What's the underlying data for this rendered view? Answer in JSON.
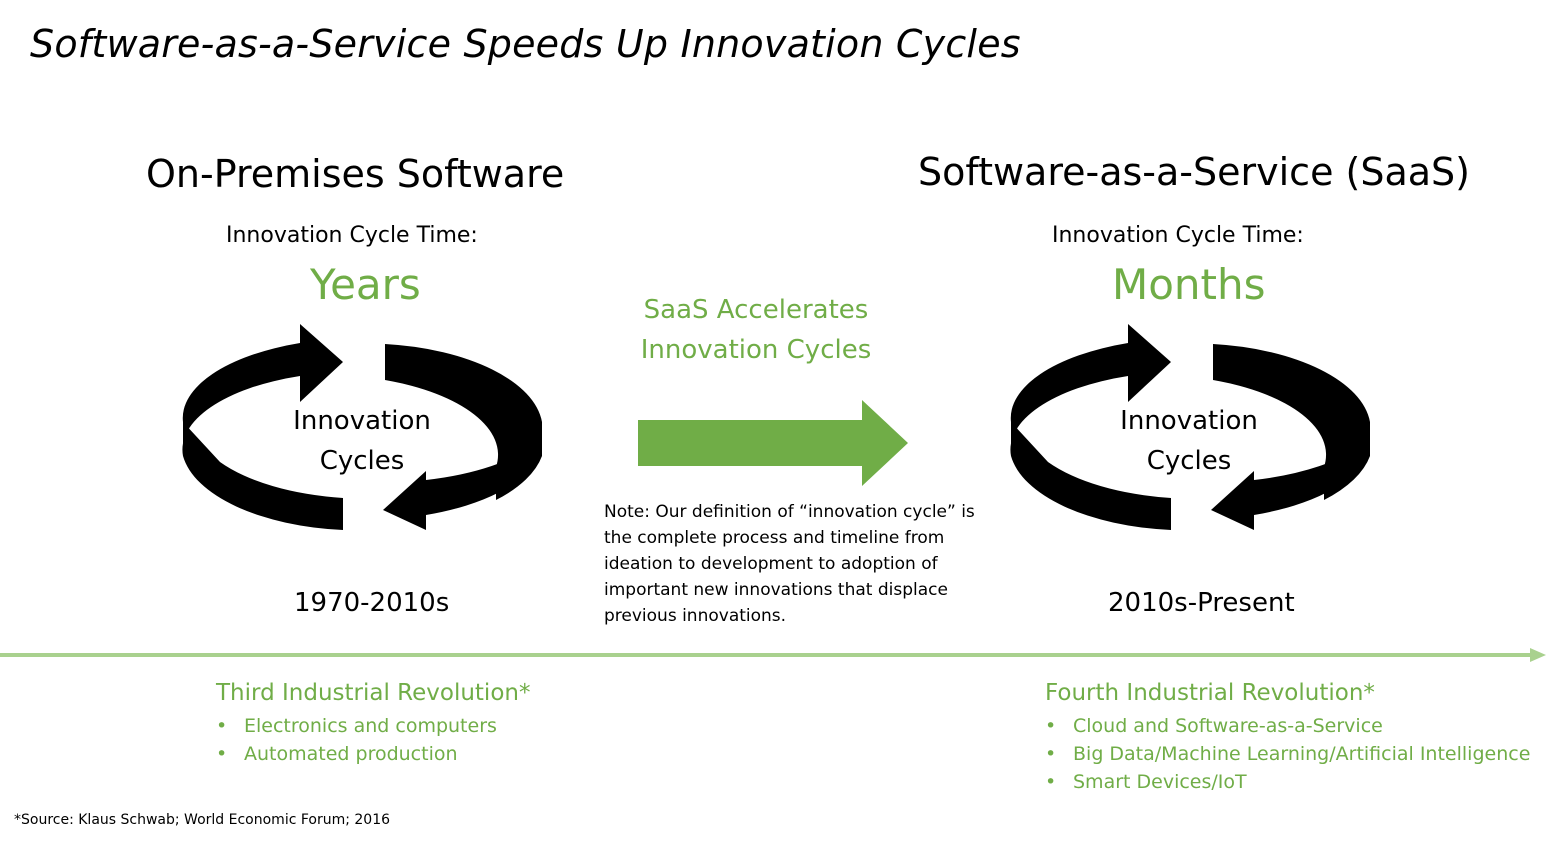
{
  "title": "Software-as-a-Service Speeds Up Innovation Cycles",
  "left": {
    "heading": "On-Premises Software",
    "cycle_time_label": "Innovation Cycle Time:",
    "cycle_time_value": "Years",
    "cycle_label_line1": "Innovation",
    "cycle_label_line2": "Cycles",
    "period": "1970-2010s"
  },
  "right": {
    "heading": "Software-as-a-Service (SaaS)",
    "cycle_time_label": "Innovation Cycle Time:",
    "cycle_time_value": "Months",
    "cycle_label_line1": "Innovation",
    "cycle_label_line2": "Cycles",
    "period": "2010s-Present"
  },
  "center": {
    "accel_line1": "SaaS Accelerates",
    "accel_line2": "Innovation Cycles",
    "note": "Note: Our definition of “innovation cycle” is the complete process and timeline from ideation to development to adoption of important new innovations that displace previous innovations."
  },
  "revolutions": {
    "third": {
      "title": "Third Industrial Revolution*",
      "items": [
        "Electronics and computers",
        "Automated production"
      ]
    },
    "fourth": {
      "title": "Fourth Industrial Revolution*",
      "items": [
        "Cloud and Software-as-a-Service",
        "Big Data/Machine Learning/Artificial Intelligence",
        "Smart Devices/IoT"
      ]
    }
  },
  "bullet_char": "•",
  "source": "*Source: Klaus Schwab; World Economic Forum; 2016",
  "colors": {
    "accent_green": "#70ad47",
    "timeline_green": "#a9d18e",
    "cycle_black": "#000000"
  },
  "icons": {
    "cycle": "circular-arrows-icon",
    "accelerate": "right-arrow-icon",
    "timeline": "timeline-arrow-icon"
  }
}
